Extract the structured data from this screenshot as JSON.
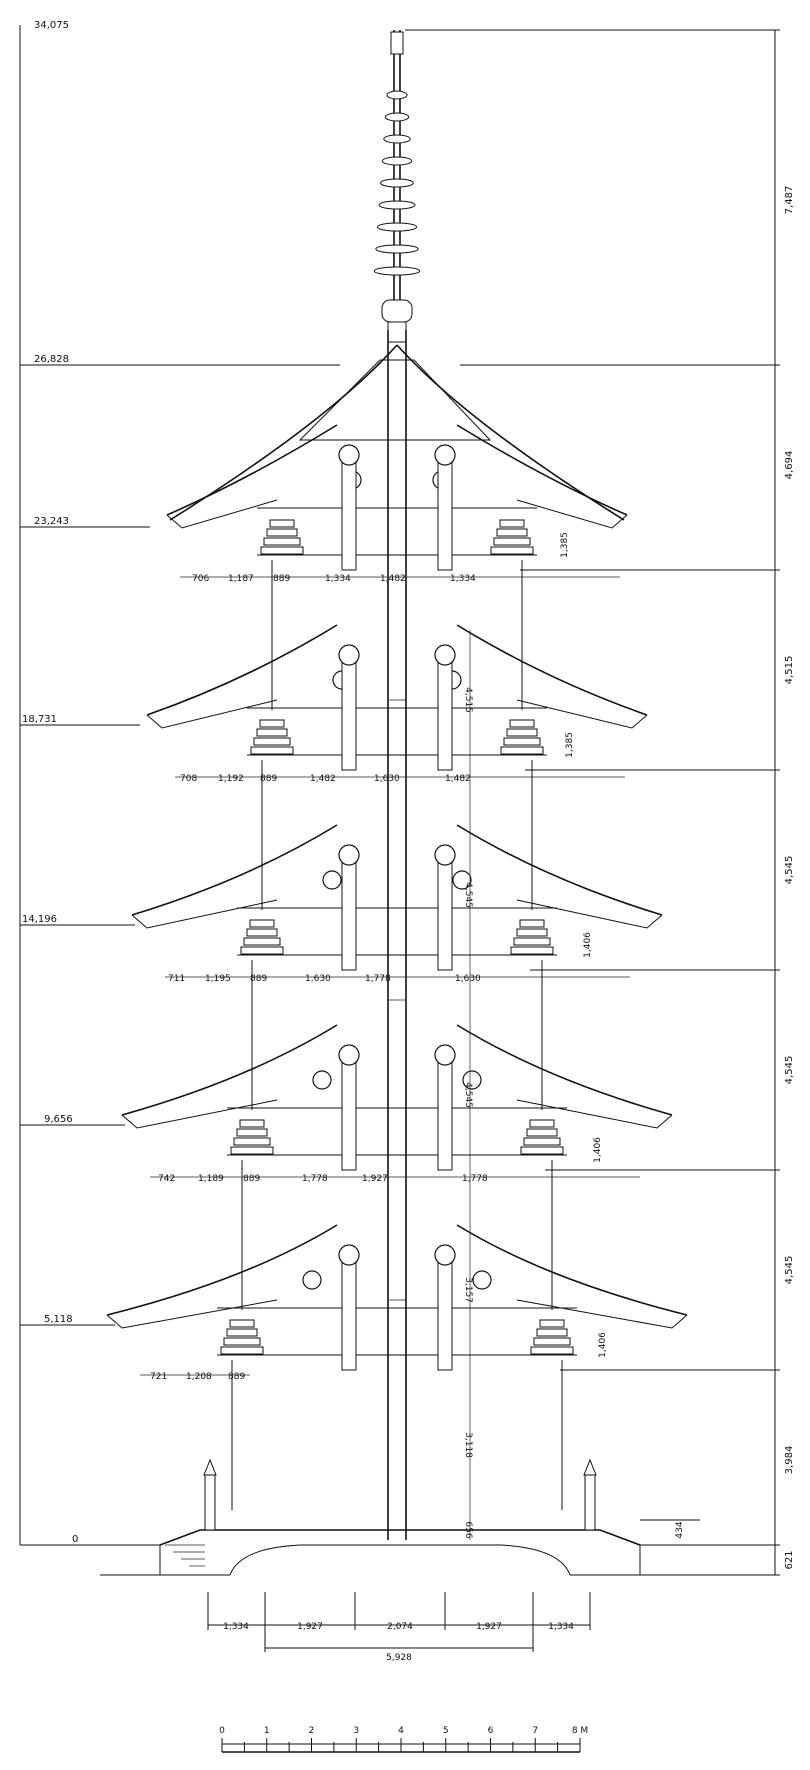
{
  "drawing": {
    "elevation_labels": [
      "34,075",
      "26,828",
      "23,243",
      "18,731",
      "14,196",
      "9,656",
      "5,118",
      "0"
    ],
    "right_dimensions": [
      "7,487",
      "4,694",
      "4,515",
      "4,545",
      "4,545",
      "4,545",
      "3,984",
      "621"
    ],
    "bracket_rows": [
      [
        "706",
        "1,187",
        "889",
        "1,334",
        "1,482",
        "1,334"
      ],
      [
        "708",
        "1,192",
        "889",
        "1,482",
        "1,630",
        "1,482"
      ],
      [
        "711",
        "1,195",
        "889",
        "1,630",
        "1,778",
        "1,630"
      ],
      [
        "742",
        "1,189",
        "889",
        "1,778",
        "1,927",
        "1,778"
      ],
      [
        "721",
        "1,208",
        "889"
      ]
    ],
    "eave_heights": [
      "1,385",
      "1,385",
      "1,406",
      "1,406",
      "1,406"
    ],
    "center_labels": [
      "4,515",
      "4,545",
      "4,545",
      "3,157",
      "3,118",
      "656"
    ],
    "side_mark": "434",
    "base_dimensions": [
      "1,334",
      "1,927",
      "2,074",
      "1,927",
      "1,334"
    ],
    "base_total": "5,928",
    "scale_labels": [
      "0",
      "1",
      "2",
      "3",
      "4",
      "5",
      "6",
      "7",
      "8 M"
    ]
  }
}
